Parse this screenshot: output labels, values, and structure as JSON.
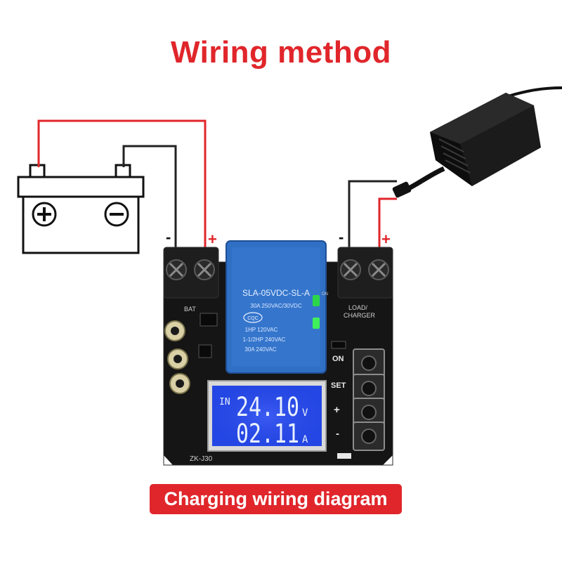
{
  "title": "Wiring method",
  "caption": "Charging wiring diagram",
  "battery": {
    "minus_label": "-",
    "plus_label": "+"
  },
  "charger": {
    "minus_label": "-",
    "plus_label": "+"
  },
  "relay": {
    "model": "SLA-05VDC-SL-A",
    "rating": "30A  250VAC/30VDC",
    "cert": "CQC",
    "line1": "1HP 120VAC",
    "line2": "1-1/2HP 240VAC",
    "line3": "30A  240VAC"
  },
  "board": {
    "bat_label": "BAT",
    "load_label": "LOAD/",
    "charger_label": "CHARGER",
    "model_label": "ZK-J30",
    "on_indicator": "ON",
    "buttons": {
      "on": "ON",
      "set": "SET",
      "plus": "+",
      "minus": "-"
    }
  },
  "lcd": {
    "in_label": "IN",
    "voltage": "24.10",
    "voltage_unit": "V",
    "current": "02.11",
    "current_unit": "A"
  },
  "colors": {
    "positive_wire": "#e0262b",
    "negative_wire": "#222222",
    "pcb": "#151515",
    "relay": "#2f6fc4",
    "lcd": "#2447e6",
    "lcd_text": "#e8f0ff"
  },
  "icons": [
    "battery-icon",
    "power-adapter-icon",
    "relay-icon",
    "lcd-display-icon"
  ]
}
